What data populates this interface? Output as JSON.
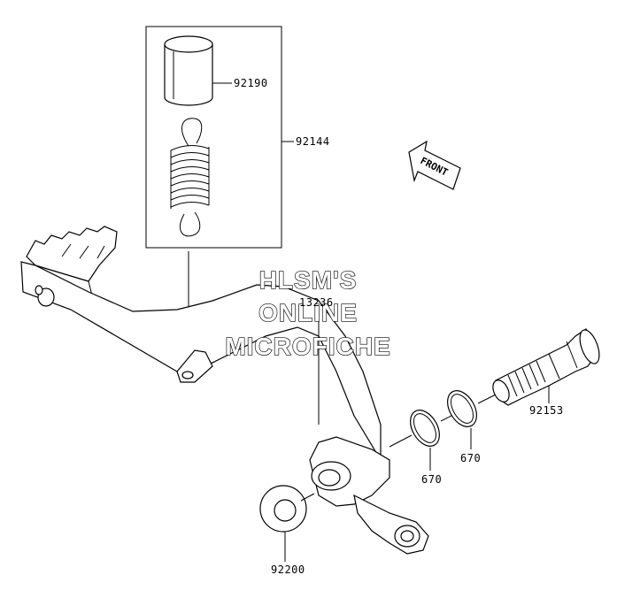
{
  "parts": {
    "sleeve": "92190",
    "spring_set": "92144",
    "pedal": "13236",
    "shaft": "92153",
    "oring_right": "670",
    "oring_left": "670",
    "washer": "92200"
  },
  "front_arrow": "FRONT",
  "watermark": {
    "line1": "HLSM'S",
    "line2": "ONLINE",
    "line3": "MICROFICHE"
  }
}
